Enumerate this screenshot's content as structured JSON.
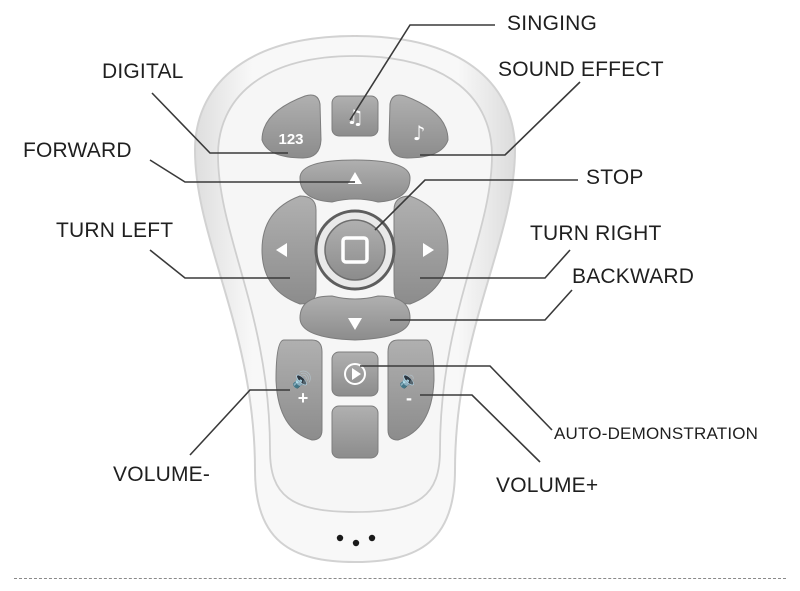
{
  "labels": {
    "singing": "SINGING",
    "digital": "DIGITAL",
    "sound_effect": "SOUND EFFECT",
    "forward": "FORWARD",
    "stop": "STOP",
    "turn_left": "TURN LEFT",
    "turn_right": "TURN RIGHT",
    "backward": "BACKWARD",
    "auto_demonstration": "AUTO-DEMONSTRATION",
    "volume_minus": "VOLUME-",
    "volume_plus": "VOLUME+"
  },
  "buttons": {
    "digital_glyph": "123",
    "volume_left_sign": "+",
    "volume_right_sign": "-"
  },
  "colors": {
    "body": "#f4f4f4",
    "button": "#9a9a9a",
    "leader": "#3a3a3a",
    "accent": "#e8452a"
  }
}
